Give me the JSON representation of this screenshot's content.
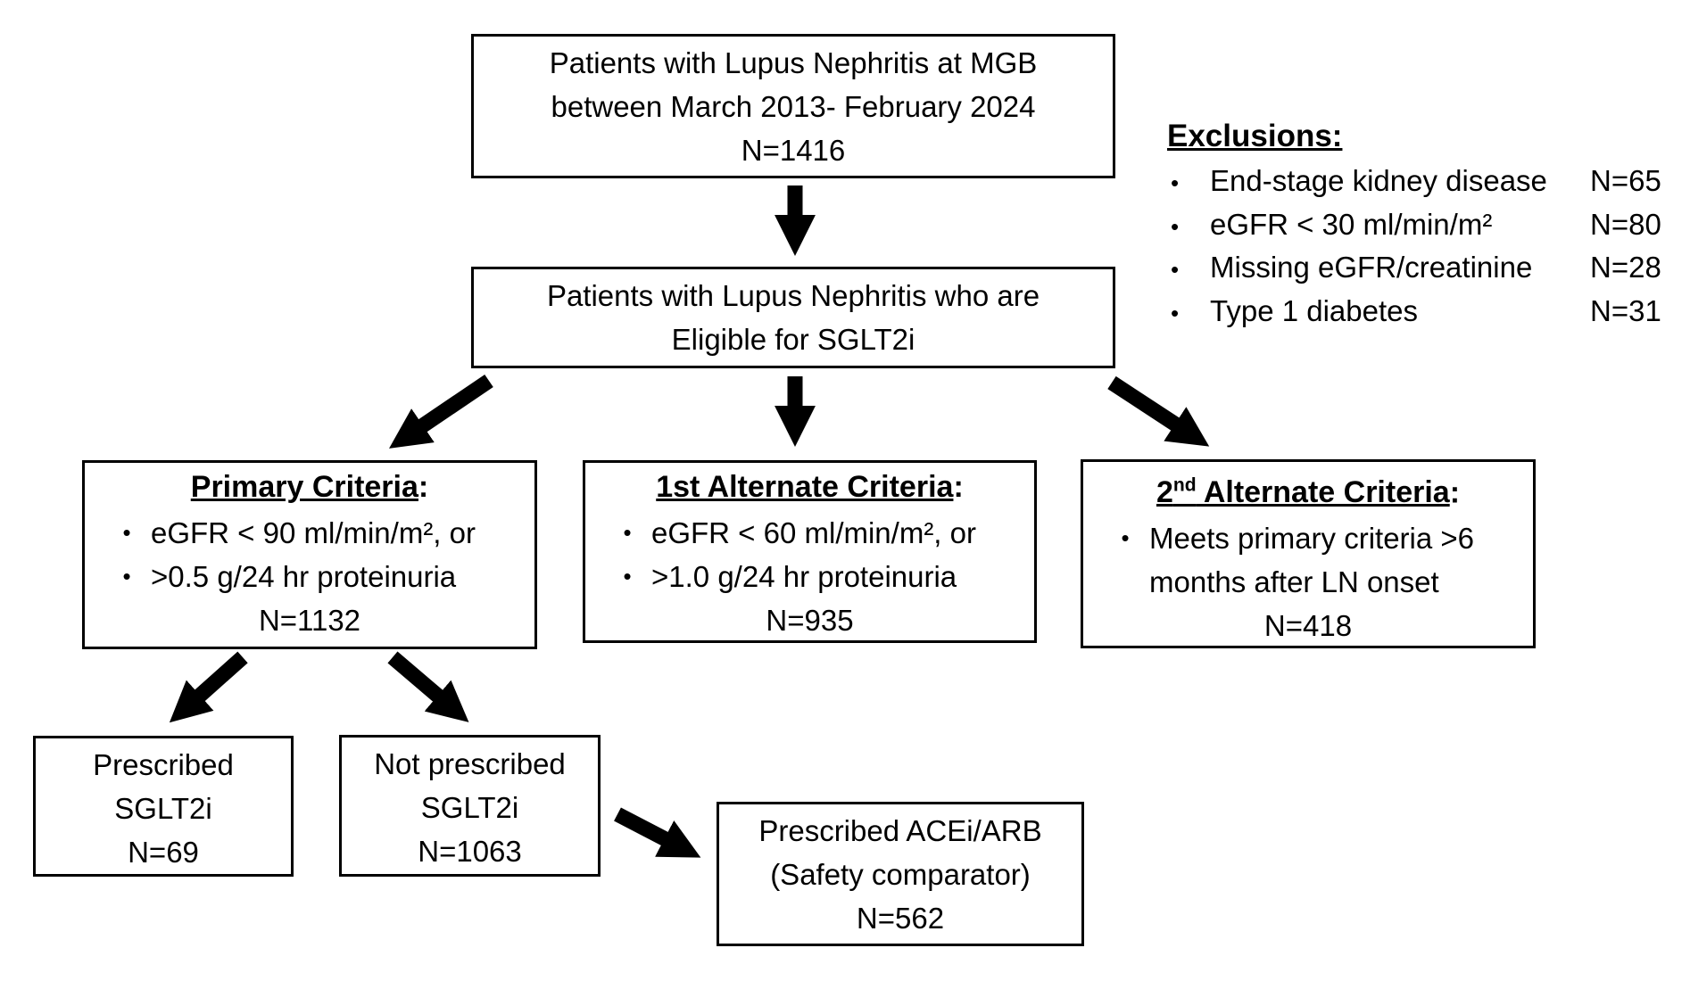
{
  "glyphs": {
    "bullet": "•"
  },
  "colors": {
    "background": "#ffffff",
    "box_border": "#000000",
    "text": "#000000",
    "arrow": "#000000"
  },
  "flowchart": {
    "top_box": {
      "lines": [
        "Patients with Lupus Nephritis at MGB",
        "between March 2013- February 2024",
        "N=1416"
      ]
    },
    "eligible_box": {
      "lines": [
        "Patients with Lupus Nephritis who are",
        "Eligible for SGLT2i"
      ]
    },
    "exclusions": {
      "title": "Exclusions:",
      "items": [
        {
          "label": "End-stage kidney disease",
          "n": "N=65"
        },
        {
          "label": "eGFR < 30 ml/min/m²",
          "n": "N=80"
        },
        {
          "label": "Missing eGFR/creatinine",
          "n": "N=28"
        },
        {
          "label": "Type 1 diabetes",
          "n": "N=31"
        }
      ]
    },
    "primary_box": {
      "title": "Primary Criteria",
      "title_suffix": ":",
      "bullets": [
        "eGFR < 90 ml/min/m², or",
        ">0.5 g/24 hr proteinuria"
      ],
      "n": "N=1132"
    },
    "alt1_box": {
      "title": "1st Alternate Criteria",
      "title_suffix": ":",
      "bullets": [
        "eGFR < 60 ml/min/m², or",
        ">1.0 g/24 hr proteinuria"
      ],
      "n": "N=935"
    },
    "alt2_box": {
      "title_pre": "2",
      "title_sup": "nd",
      "title_post": " Alternate Criteria",
      "title_suffix": ":",
      "bullet_lines": [
        "Meets primary criteria >6",
        "months after LN onset"
      ],
      "n": "N=418"
    },
    "prescribed_box": {
      "lines": [
        "Prescribed",
        "SGLT2i",
        "N=69"
      ]
    },
    "not_prescribed_box": {
      "lines": [
        "Not prescribed",
        "SGLT2i",
        "N=1063"
      ]
    },
    "acei_box": {
      "lines": [
        "Prescribed ACEi/ARB",
        "(Safety comparator)",
        "N=562"
      ]
    }
  }
}
